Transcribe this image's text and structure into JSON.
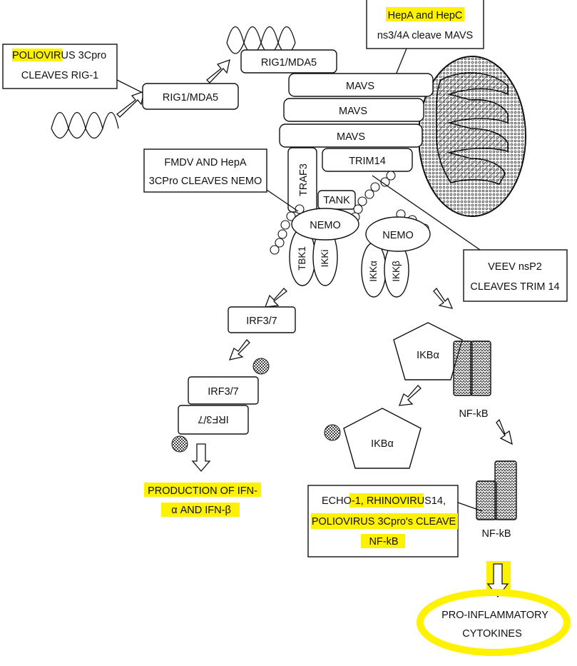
{
  "colors": {
    "highlight": "#fff200",
    "line": "#111111",
    "background": "#ffffff"
  },
  "callouts": {
    "polio_rig": {
      "hl": "POLIOVIRU",
      "rest": "S 3Cpro",
      "line2": "CLEAVES RIG-1"
    },
    "hep_mavs": {
      "line1": "HepA and HepC",
      "line2": "ns3/4A cleave MAVS"
    },
    "fmdv_nemo": {
      "line1": "FMDV AND HepA",
      "line2": "3CPro CLEAVES NEMO"
    },
    "veev_trim": {
      "line1": "VEEV nsP2",
      "line2": "CLEAVES TRIM 14"
    },
    "echo_nfkb": {
      "line1a": "ECHO-1, ",
      "line1b": "RHINOVIRUS",
      "line1c": "14,",
      "line2": "POLIOVIRUS 3Cpro's CLEAVE",
      "line3": "NF-kB"
    }
  },
  "nodes": {
    "rig_top": "RIG1/MDA5",
    "rig_mid": "RIG1/MDA5",
    "mavs": [
      "MAVS",
      "MAVS",
      "MAVS"
    ],
    "trim14": "TRIM14",
    "traf3": "TRAF3",
    "tank": "TANK",
    "nemo_left": "NEMO",
    "nemo_right": "NEMO",
    "tbk1": "TBK1",
    "ikki": "IKKi",
    "ikka": "IKKα",
    "ikkb": "IKKβ",
    "irf_top": "IRF3/7",
    "irf_dimer_a": "IRF3/7",
    "irf_dimer_b": "IRF3/7",
    "ikba_top": "IKBα",
    "ikba_bottom": "IKBα",
    "nfkb_top": "NF-kB",
    "nfkb_bottom": "NF-kB"
  },
  "outputs": {
    "ifn": {
      "line1": "PRODUCTION OF IFN-",
      "line2": "α AND IFN-β"
    },
    "cytokines": {
      "line1": "PRO-INFLAMMATORY",
      "line2": "CYTOKINES"
    }
  }
}
